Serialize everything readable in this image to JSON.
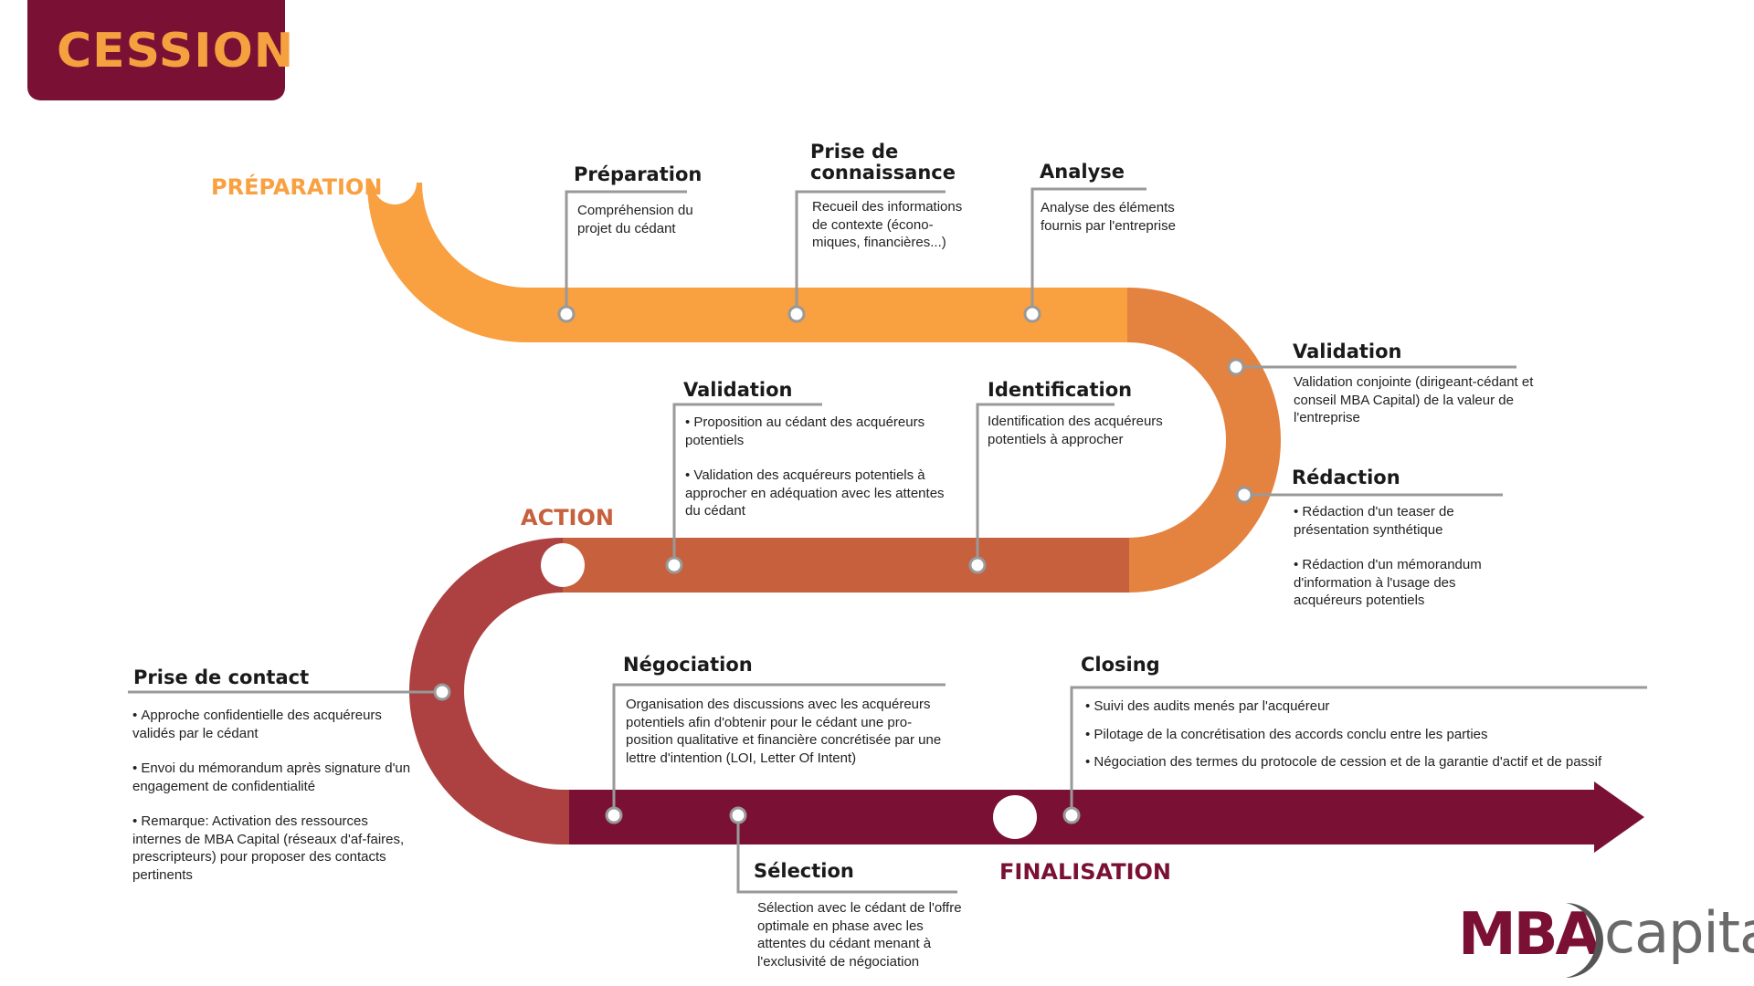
{
  "title": "CESSION",
  "colors": {
    "title_bg": "#7a1135",
    "title_text": "#f5a13f",
    "preparation": "#f9a040",
    "action_1": "#e4823f",
    "action_2": "#c6603d",
    "finalisation_1": "#ad4040",
    "finalisation_2": "#7a1135",
    "connector": "#999999"
  },
  "phases": {
    "preparation": "PRÉPARATION",
    "action": "ACTION",
    "finalisation": "FINALISATION"
  },
  "steps": {
    "preparation": {
      "title": "Préparation",
      "text": "Compréhension du projet du cédant"
    },
    "prise_connaissance": {
      "title": "Prise de connaissance",
      "text": "Recueil des informations de contexte (écono-miques, financières...)"
    },
    "analyse": {
      "title": "Analyse",
      "text": "Analyse des éléments fournis par l'entreprise"
    },
    "validation_1": {
      "title": "Validation",
      "text": "Validation conjointe (dirigeant-cédant et conseil MBA Capital) de la valeur de l'entreprise"
    },
    "redaction": {
      "title": "Rédaction",
      "bullets": [
        "Rédaction d'un teaser de présentation synthétique",
        "Rédaction d'un mémorandum d'information à l'usage des acquéreurs potentiels"
      ]
    },
    "identification": {
      "title": "Identification",
      "text": "Identification des acquéreurs potentiels à approcher"
    },
    "validation_2": {
      "title": "Validation",
      "bullets": [
        "Proposition au cédant des acquéreurs potentiels",
        "Validation des acquéreurs potentiels à approcher en adéquation avec les attentes du cédant"
      ]
    },
    "prise_contact": {
      "title": "Prise de contact",
      "bullets": [
        "Approche confidentielle des acquéreurs validés par le cédant",
        "Envoi du mémorandum après signature d'un engagement de confidentialité",
        "Remarque: Activation des ressources internes de MBA Capital (réseaux d'af-faires, prescripteurs) pour proposer des contacts pertinents"
      ]
    },
    "negociation": {
      "title": "Négociation",
      "text": "Organisation des discussions avec les acquéreurs potentiels afin d'obtenir pour le cédant une pro-position qualitative et financière concrétisée par une lettre d'intention (LOI, Letter Of Intent)"
    },
    "selection": {
      "title": "Sélection",
      "text": "Sélection avec le cédant de l'offre optimale en phase avec les attentes du cédant menant à l'exclusivité de négociation"
    },
    "closing": {
      "title": "Closing",
      "bullets": [
        "Suivi des audits menés par l'acquéreur",
        "Pilotage de la concrétisation des accords conclu entre les parties",
        "Négociation des termes du protocole de cession et de la garantie d'actif et de passif"
      ]
    }
  },
  "logo": {
    "mba": "MBA",
    "capital": "capital"
  }
}
